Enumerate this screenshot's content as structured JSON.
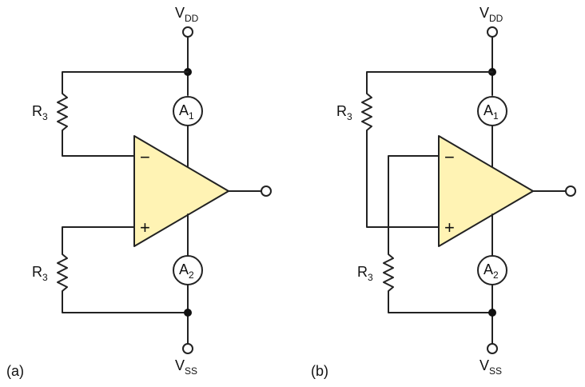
{
  "circuit_a": {
    "label": "(a)",
    "vdd": {
      "main": "V",
      "sub": "DD"
    },
    "vss": {
      "main": "V",
      "sub": "SS"
    },
    "meter_top": {
      "main": "A",
      "sub": "1"
    },
    "meter_bottom": {
      "main": "A",
      "sub": "2"
    },
    "resistor_top": {
      "main": "R",
      "sub": "3"
    },
    "resistor_bottom": {
      "main": "R",
      "sub": "3"
    },
    "input_minus": "−",
    "input_plus": "+"
  },
  "circuit_b": {
    "label": "(b)",
    "vdd": {
      "main": "V",
      "sub": "DD"
    },
    "vss": {
      "main": "V",
      "sub": "SS"
    },
    "meter_top": {
      "main": "A",
      "sub": "1"
    },
    "meter_bottom": {
      "main": "A",
      "sub": "2"
    },
    "resistor_top": {
      "main": "R",
      "sub": "3"
    },
    "resistor_bottom": {
      "main": "R",
      "sub": "3"
    },
    "input_minus": "−",
    "input_plus": "+"
  },
  "colors": {
    "opamp_fill": "#fff3b4",
    "wire": "#222222"
  }
}
